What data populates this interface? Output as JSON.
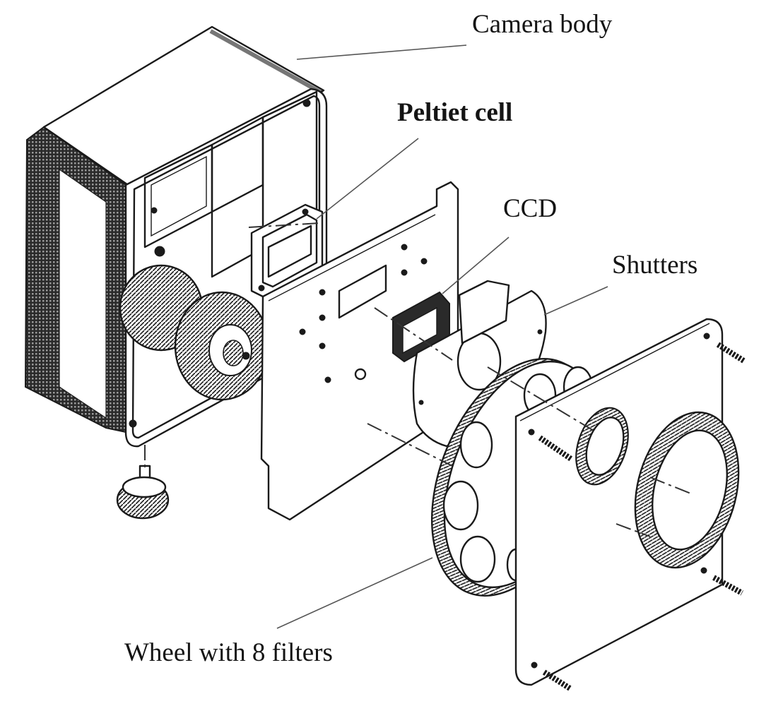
{
  "labels": {
    "camera_body": "Camera body",
    "peltier_cell": "Peltiet cell",
    "ccd": "CCD",
    "shutters": "Shutters",
    "wheel": "Wheel with 8 filters"
  },
  "colors": {
    "ink": "#1a1a1a",
    "background": "#ffffff"
  }
}
